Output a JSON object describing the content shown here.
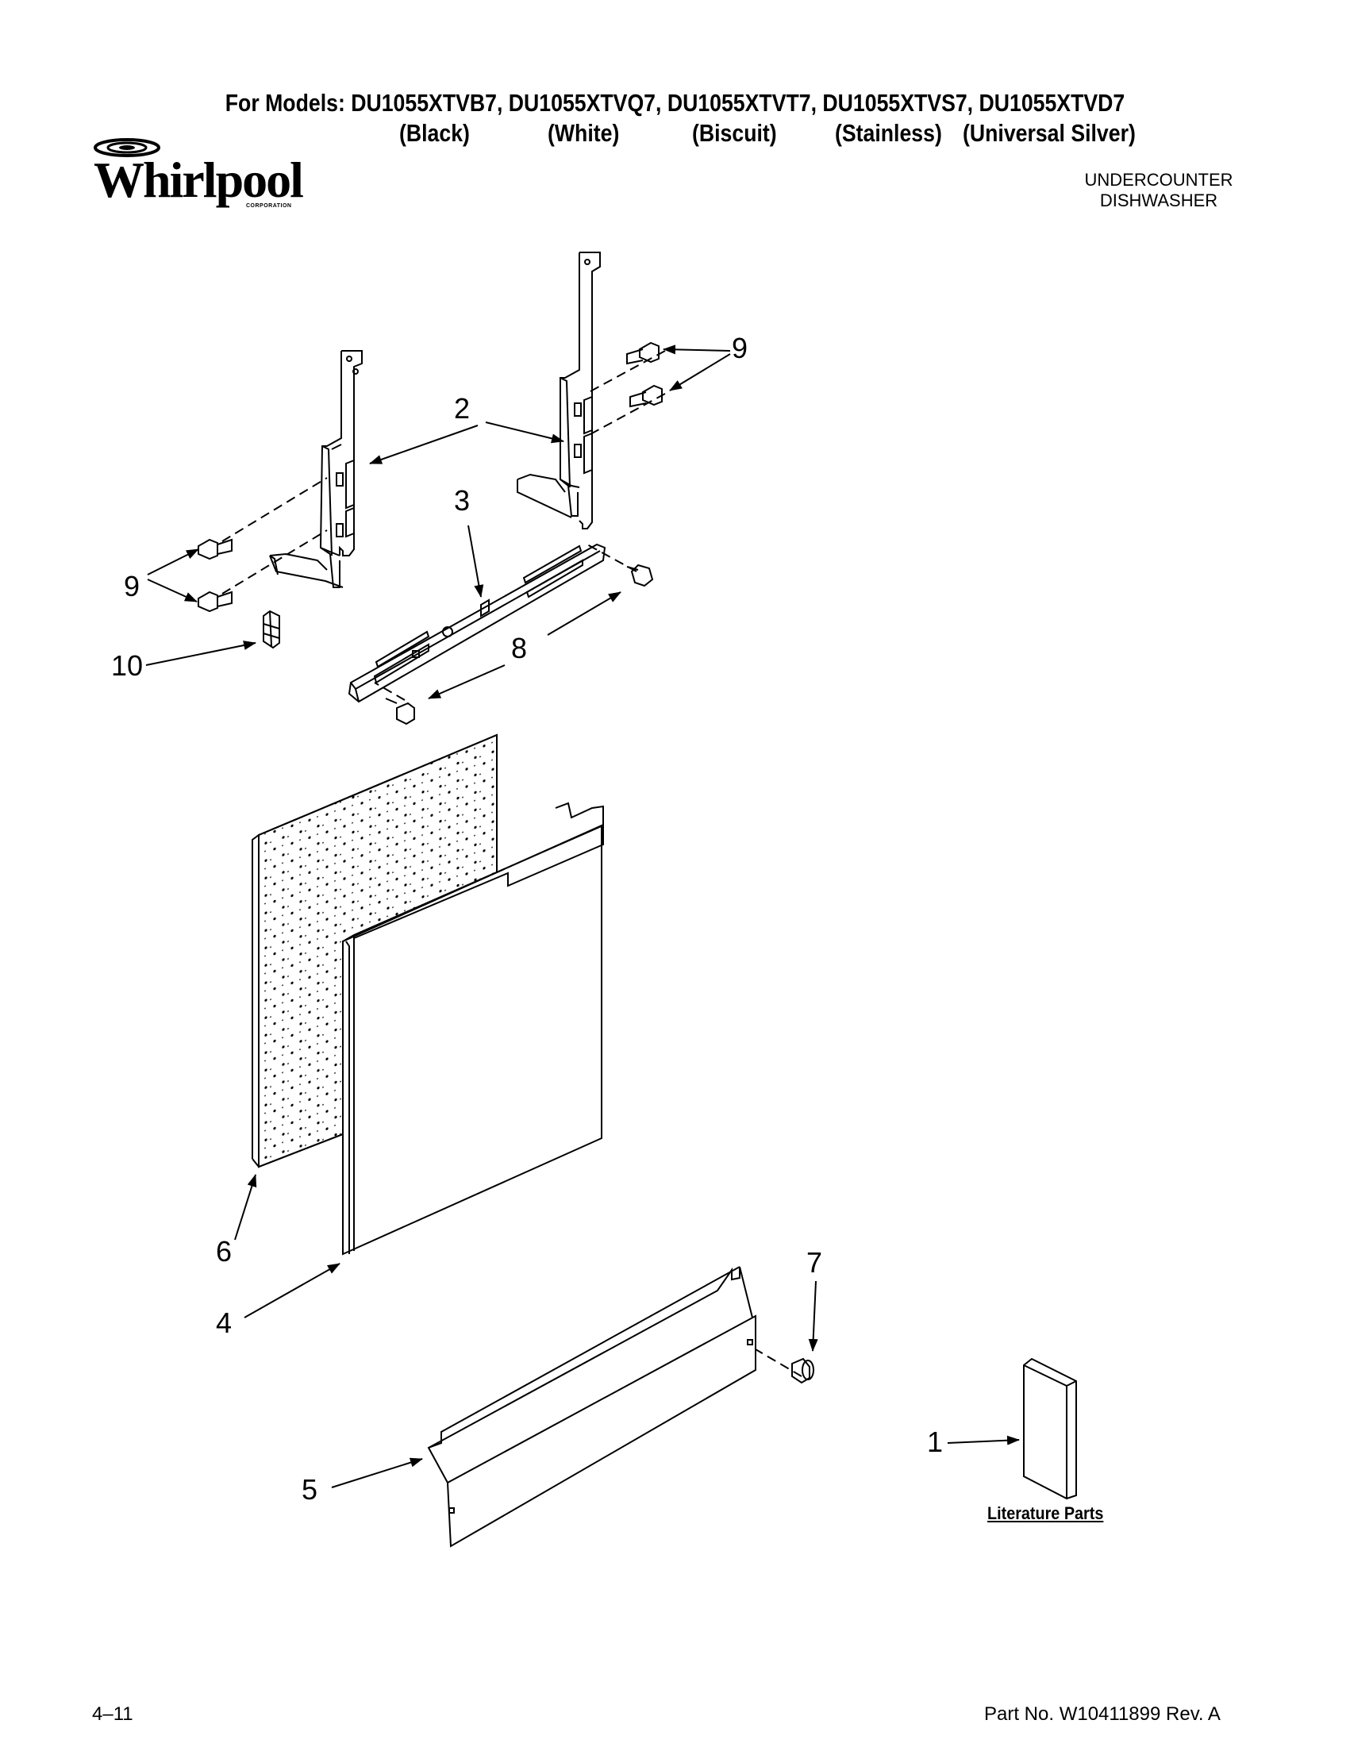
{
  "header": {
    "models_line": "For Models: DU1055XTVB7, DU1055XTVQ7, DU1055XTVT7, DU1055XTVS7, DU1055XTVD7",
    "finishes": [
      "(Black)",
      "(White)",
      "(Biscuit)",
      "(Stainless)",
      "(Universal Silver)"
    ]
  },
  "logo": {
    "word": "Whirlpool",
    "sub": "CORPORATION"
  },
  "appliance_type": [
    "UNDERCOUNTER",
    "DISHWASHER"
  ],
  "callouts": [
    "1",
    "2",
    "3",
    "4",
    "5",
    "6",
    "7",
    "8",
    "9",
    "9",
    "10"
  ],
  "literature_label": "Literature Parts",
  "footer": {
    "left": "4–11",
    "right": "Part No. W10411899 Rev. A"
  }
}
